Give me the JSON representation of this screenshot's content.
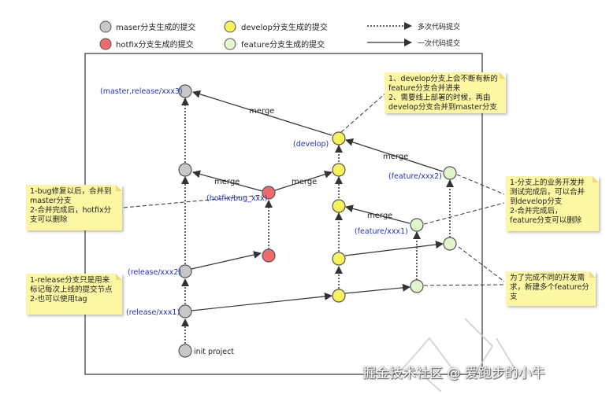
{
  "legend": {
    "master": "maser分支生成的提交",
    "develop": "develop分支生成的提交",
    "hotfix": "hotfix分支生成的提交",
    "feature": "feature分支生成的提交",
    "multi_commit": "多次代码提交",
    "single_commit": "一次代码提交"
  },
  "colors": {
    "master": "#c8c8c8",
    "develop": "#f7f35a",
    "hotfix": "#ef6b6b",
    "feature": "#e2f5cc",
    "note": "#fdf6a3"
  },
  "labels": {
    "master_release_xxx3": "(master,release/xxx3)",
    "release_xxx2": "(release/xxx2)",
    "release_xxx1": "(release/xxx1)",
    "init_project": "init project",
    "develop": "(develop)",
    "hotfix_bug": "(hotfix/bug_xxx)",
    "feature_xxx2": "(feature/xxx2)",
    "feature_xxx1": "(feature/xxx1)"
  },
  "merge_labels": {
    "m1": "merge",
    "m2": "merge",
    "m3": "merge",
    "m4": "merge",
    "m5": "merge"
  },
  "notes": {
    "develop": "1、develop分支上会不断有新的\nfeature分支合并进来\n2、需要线上部署的时候，再由\ndevelop分支合并到master分支",
    "hotfix": "1-bug修复以后，合并到\nmaster分支\n2-合并完成后，hotfix分\n支可以删除",
    "release": "1-release分支只是用来\n标记每次上线的提交节点\n2-也可以使用tag",
    "feature_done": "1-分支上的业务开发并\n测试完成后，可以合并\n到develop分支\n2-合并完成后，\nfeature分支可以删除",
    "feature_new": "为了完成不同的开发需\n求，新建多个feature分\n支"
  },
  "watermark": "掘金技术社区 @ 爱跑步的小牛"
}
